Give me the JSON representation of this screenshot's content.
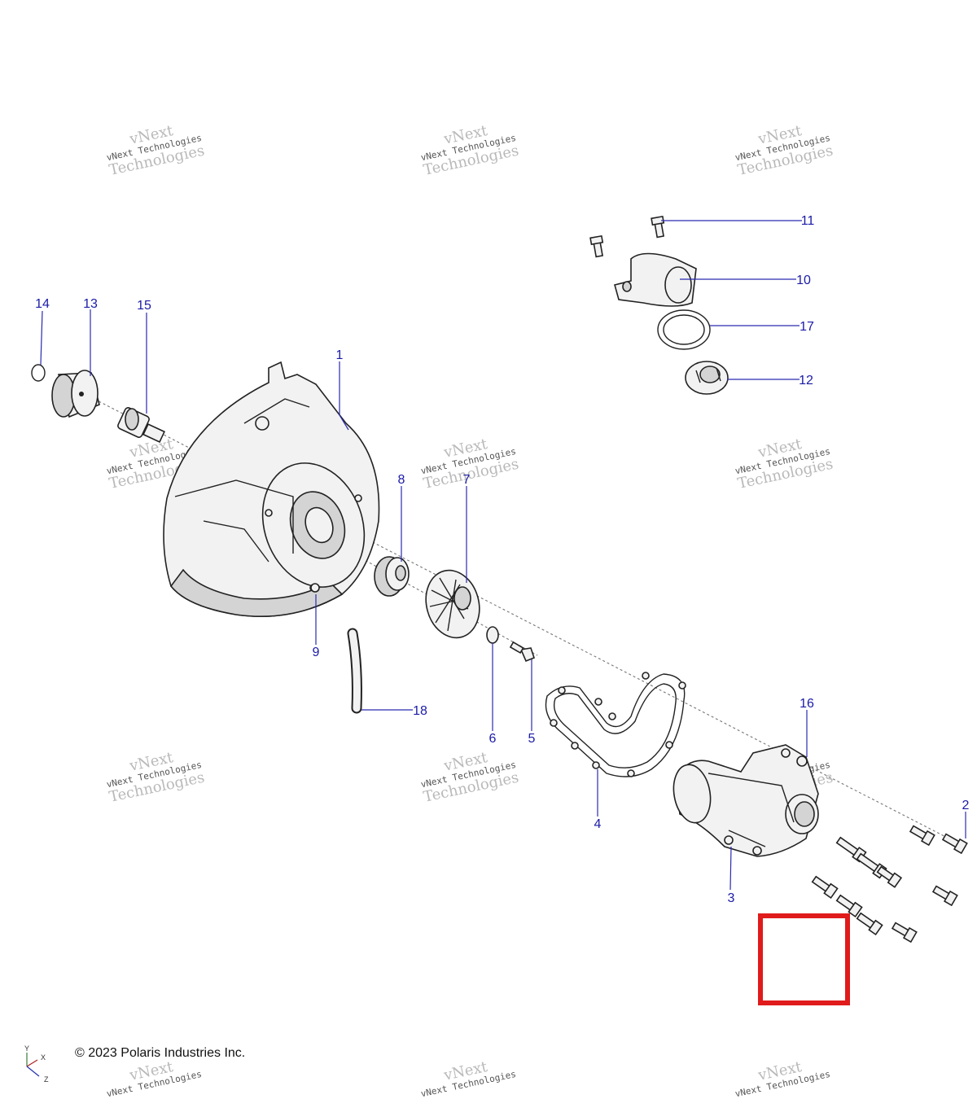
{
  "copyright": "© 2023 Polaris Industries Inc.",
  "watermark": {
    "line1": "vNext",
    "line2": "vNext Technologies",
    "line3": "Technologies"
  },
  "coord_axes": {
    "y": "Y",
    "x": "X",
    "z": "Z"
  },
  "callouts": {
    "c1": "1",
    "c2": "2",
    "c3": "3",
    "c4": "4",
    "c5": "5",
    "c6": "6",
    "c7": "7",
    "c8": "8",
    "c9": "9",
    "c10": "10",
    "c11": "11",
    "c12": "12",
    "c13": "13",
    "c14": "14",
    "c15": "15",
    "c16": "16",
    "c17": "17",
    "c18": "18"
  },
  "colors": {
    "callout": "#1a1aa8",
    "highlight": "#e01b1b"
  }
}
